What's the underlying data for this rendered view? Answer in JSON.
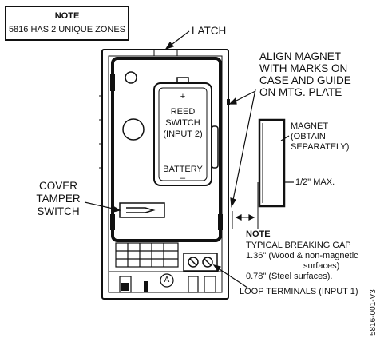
{
  "note_box": {
    "title": "NOTE",
    "text": "5816 HAS 2 UNIQUE ZONES"
  },
  "labels": {
    "latch": "LATCH",
    "align_magnet": [
      "ALIGN MAGNET",
      "WITH MARKS ON",
      "CASE AND GUIDE",
      "ON MTG. PLATE"
    ],
    "magnet": [
      "MAGNET",
      "(OBTAIN",
      "SEPARATELY)"
    ],
    "half_inch_max": "1/2\" MAX.",
    "cover_tamper": [
      "COVER",
      "TAMPER",
      "SWITCH"
    ],
    "reed_switch": [
      "REED",
      "SWITCH",
      "(INPUT 2)"
    ],
    "battery": "BATTERY",
    "plus": "+",
    "minus": "–",
    "terminal_marker": "A",
    "loop_terminals": "LOOP TERMINALS (INPUT 1)",
    "part_number": "5816-001-V3"
  },
  "breaking_gap_note": {
    "title": "NOTE",
    "line1": "TYPICAL BREAKING GAP",
    "line2": "1.36\" (Wood & non-magnetic",
    "line3": "surfaces)",
    "line4": "0.78\" (Steel surfaces)."
  }
}
